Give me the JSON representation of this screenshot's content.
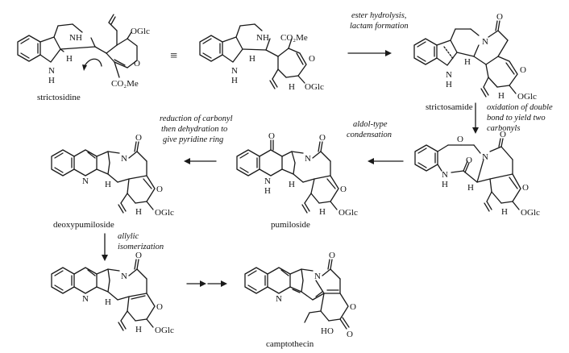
{
  "compounds": {
    "strictosidine": {
      "name": "strictosidine",
      "atoms": {
        "nh_top": "NH",
        "nh_indole": "N",
        "h_indole": "H",
        "h_stereo": "H",
        "oglc": "OGlc",
        "ester": "CO₂Me"
      }
    },
    "equivalence": {
      "symbol": "≡"
    },
    "strictosidine_redrawn": {
      "atoms": {
        "nh_top": "NH",
        "ester": "CO₂Me",
        "nh_indole": "N",
        "h_indole": "H",
        "h_stereo": "H",
        "h_ring": "H",
        "oglc": "OGlc"
      }
    },
    "strictosamide": {
      "name": "strictosamide",
      "atoms": {
        "n_amide": "N",
        "o_ring": "O",
        "nh_indole": "N",
        "h_indole": "H",
        "h_stereo": "H",
        "h_ring": "H",
        "oglc": "OGlc",
        "o_carbonyl": "O"
      }
    },
    "dione_intermediate": {
      "atoms": {
        "o_ketone": "O",
        "n_amide": "N",
        "o_amide": "O",
        "nh": "N",
        "h_nh": "H",
        "h_stereo": "H",
        "o_ring": "O",
        "h_ring": "H",
        "oglc": "OGlc",
        "o_carbonyl": "O"
      }
    },
    "pumiloside": {
      "name": "pumiloside",
      "atoms": {
        "o_ketone": "O",
        "n_amide": "N",
        "o_amide": "O",
        "nh": "N",
        "h_nh": "H",
        "h_stereo": "H",
        "o_ring": "O",
        "h_ring": "H",
        "oglc": "OGlc"
      }
    },
    "deoxypumiloside": {
      "name": "deoxypumiloside",
      "atoms": {
        "n_quinoline": "N",
        "n_amide": "N",
        "o_amide": "O",
        "h_stereo": "H",
        "o_ring": "O",
        "h_ring": "H",
        "oglc": "OGlc"
      }
    },
    "isomerized": {
      "atoms": {
        "n_quinoline": "N",
        "n_amide": "N",
        "o_amide": "O",
        "h_stereo": "H",
        "o_ring": "O",
        "h_ring": "H",
        "oglc": "OGlc"
      }
    },
    "camptothecin": {
      "name": "camptothecin",
      "atoms": {
        "n_quinoline": "N",
        "n_amide": "N",
        "o_amide": "O",
        "o_ring": "O",
        "o_lactone": "O",
        "ho": "HO"
      }
    }
  },
  "steps": {
    "step1": {
      "line1": "ester hydrolysis,",
      "line2": "lactam formation"
    },
    "step2": {
      "line1": "oxidation of double",
      "line2": "bond to yield two",
      "line3": "carbonyls"
    },
    "step3": {
      "line1": "aldol-type",
      "line2": "condensation"
    },
    "step4": {
      "line1": "reduction of carbonyl",
      "line2": "then dehydration to",
      "line3": "give pyridine ring"
    },
    "step5": {
      "line1": "allylic",
      "line2": "isomerization"
    }
  }
}
